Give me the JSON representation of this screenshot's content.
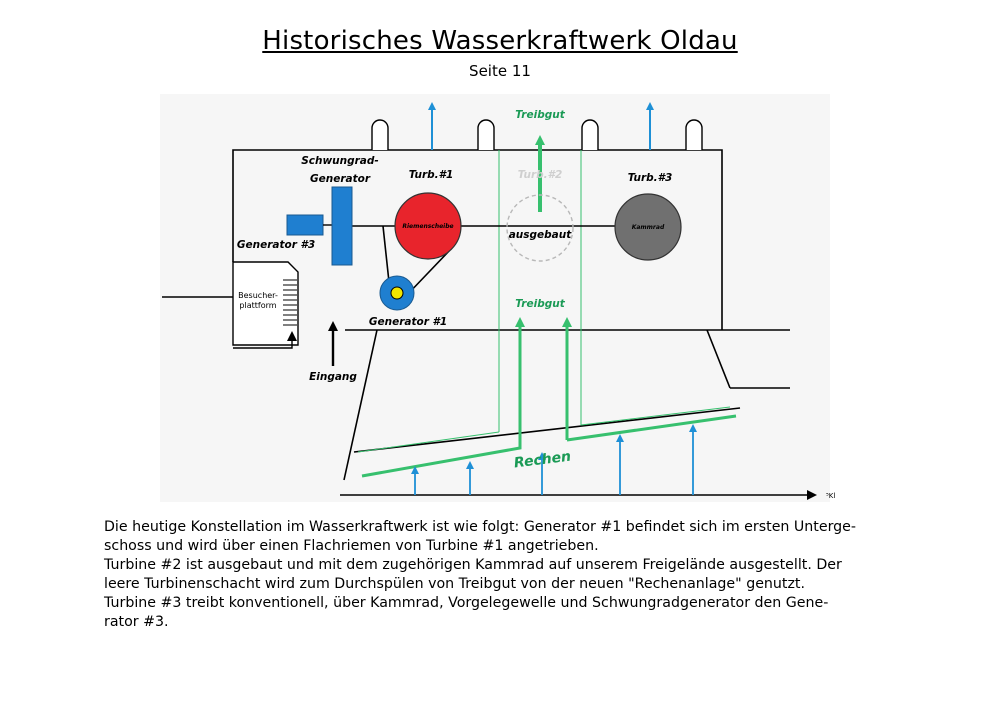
{
  "page": {
    "title": "Historisches Wasserkraftwerk Oldau",
    "subtitle": "Seite 11"
  },
  "diagram": {
    "labels": {
      "schwungrad_generator_1": "Schwungrad-",
      "schwungrad_generator_2": "Generator",
      "turb1": "Turb.#1",
      "turb2": "Turb.#2",
      "turb3": "Turb.#3",
      "generator3": "Generator #3",
      "generator1": "Generator #1",
      "riemenscheibe": "Riemenscheibe",
      "ausgebaut": "ausgebaut",
      "kammrad": "Kammrad",
      "besucher_1": "Besucher-",
      "besucher_2": "plattform",
      "eingang": "Eingang",
      "treibgut_top": "Treibgut",
      "treibgut_mid": "Treibgut",
      "rechen": "Rechen",
      "flow_end": "⁵Kl"
    },
    "colors": {
      "blue_arrow": "#1e90d6",
      "green": "#37c06e",
      "red_wheel": "#e8242c",
      "grey_wheel": "#707070",
      "generator_blue": "#1f7fd0"
    }
  },
  "description": {
    "lines": [
      "Die heutige Konstellation im Wasserkraftwerk ist wie folgt: Generator #1 befindet sich im ersten Unterge-",
      "schoss und wird über einen Flachriemen von Turbine #1 angetrieben.",
      "Turbine #2 ist ausgebaut und mit dem zugehörigen Kammrad auf unserem Freigelände ausgestellt. Der",
      "leere Turbinenschacht wird zum Durchspülen von Treibgut von der neuen \"Rechenanlage\" genutzt.",
      "Turbine #3 treibt konventionell, über Kammrad, Vorgelegewelle und Schwungradgenerator den Gene-",
      "rator #3."
    ]
  }
}
